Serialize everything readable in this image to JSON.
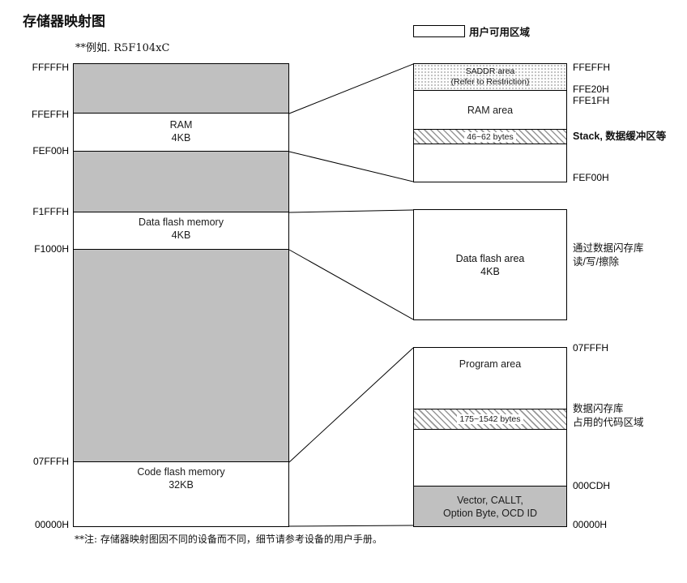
{
  "page": {
    "title": "存储器映射图",
    "example_label": "**例如. R5F104xC",
    "footnote": "**注: 存储器映射图因不同的设备而不同，细节请参考设备的用户手册。"
  },
  "legend": {
    "label": "用户可用区域"
  },
  "colors": {
    "reserved_gray": "#c0c0c0",
    "border": "#000000",
    "background": "#ffffff"
  },
  "left_map": {
    "addr_fffffh": "FFFFFH",
    "addr_ffeffh": "FFEFFH",
    "addr_fef00h": "FEF00H",
    "addr_f1fffh": "F1FFFH",
    "addr_f1000h": "F1000H",
    "addr_07fffh": "07FFFH",
    "addr_00000h": "00000H",
    "ram_name": "RAM",
    "ram_size": "4KB",
    "data_flash_name": "Data flash memory",
    "data_flash_size": "4KB",
    "code_flash_name": "Code flash memory",
    "code_flash_size": "32KB"
  },
  "ram_detail": {
    "saddr_line1": "SADDR area",
    "saddr_line2": "(Refer to Restriction)",
    "ram_area": "RAM area",
    "stack_band": "46~62 bytes",
    "stack_note": "Stack, 数据缓冲区等",
    "addr_top": "FFEFFH",
    "addr_ffe20h": "FFE20H",
    "addr_ffe1fh": "FFE1FH",
    "addr_bottom": "FEF00H"
  },
  "data_flash_detail": {
    "name": "Data flash area",
    "size": "4KB",
    "note_line1": "通过数据闪存库",
    "note_line2": "读/写/擦除"
  },
  "code_flash_detail": {
    "program_area": "Program area",
    "library_band": "175~1542 bytes",
    "library_note_line1": "数据闪存库",
    "library_note_line2": "占用的代码区域",
    "vector_line1": "Vector, CALLT,",
    "vector_line2": "Option Byte, OCD ID",
    "addr_top": "07FFFH",
    "addr_000cdh": "000CDH",
    "addr_bottom": "00000H"
  }
}
